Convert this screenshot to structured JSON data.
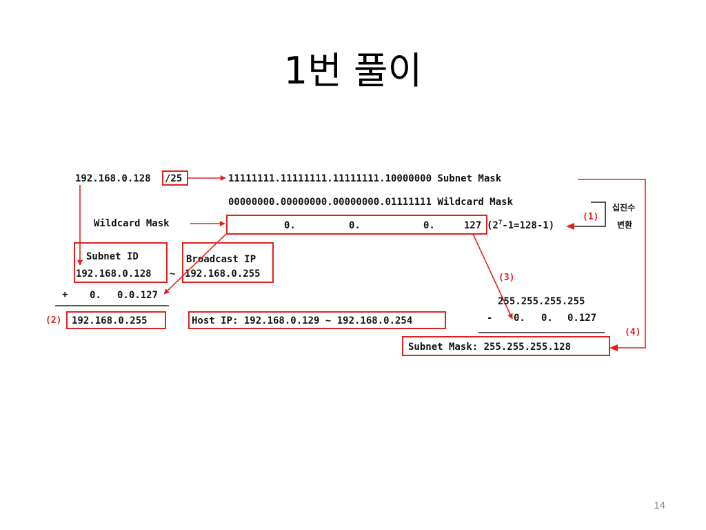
{
  "slide": {
    "title": "1번 풀이",
    "page_number": "14"
  },
  "diagram": {
    "ip_cidr_prefix": "192.168.0.128",
    "ip_cidr_suffix": "/25",
    "subnet_mask_binary": "11111111.11111111.11111111.10000000 Subnet Mask",
    "wildcard_mask_binary": "00000000.00000000.00000000.01111111 Wildcard Mask",
    "decimal_convert_line1": "십진수",
    "decimal_convert_line2": "변환",
    "step1_label": "(1)",
    "wildcard_mask_label": "Wildcard Mask",
    "wildcard_octet1": "0.",
    "wildcard_octet2": "0.",
    "wildcard_octet3": "0.",
    "wildcard_octet4": "127",
    "wildcard_formula_prefix": "(2",
    "wildcard_formula_exp": "7",
    "wildcard_formula_suffix": "-1=128-1)",
    "subnet_id_label": "Subnet ID",
    "subnet_id_value": "192.168.0.128",
    "tilde": "~",
    "broadcast_ip_label": "Broadcast IP",
    "broadcast_ip_value": "192.168.0.255",
    "plus_sign": "+",
    "add_octet1": "0.",
    "add_rest": "0.0.127",
    "step2_label": "(2)",
    "broadcast_result": "192.168.0.255",
    "host_ip_range": "Host IP: 192.168.0.129 ~ 192.168.0.254",
    "step3_label": "(3)",
    "all_ones": "255.255.255.255",
    "minus_sign": "-",
    "sub_octet1": "0.",
    "sub_octet2": "0.",
    "sub_rest": "0.127",
    "step4_label": "(4)",
    "subnet_mask_result": "Subnet Mask: 255.255.255.128"
  },
  "colors": {
    "accent_red": "#e0201b",
    "text": "#111111",
    "page_number": "#8c8c8c"
  }
}
